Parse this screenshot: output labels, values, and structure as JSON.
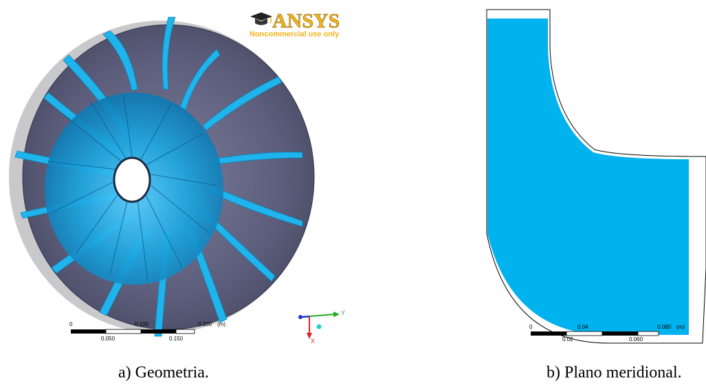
{
  "panel_a": {
    "caption": "a) Geometria.",
    "logo": {
      "word": "ANSYS",
      "subtitle": "Noncommercial use only",
      "color": "#f2b31a"
    },
    "scale_bar": {
      "top_labels": [
        "0",
        "0.100",
        "0.200"
      ],
      "bottom_labels": [
        "0.050",
        "0.150"
      ],
      "unit": "(m)"
    },
    "triad": {
      "y_label": "Y",
      "x_label": "X",
      "y_color": "#22aa22",
      "x_color": "#dd2222",
      "z_color": "#2233cc"
    },
    "colors": {
      "hub": "#5a5c7a",
      "blade": "#1fb4ec"
    }
  },
  "panel_b": {
    "caption": "b) Plano meridional.",
    "scale_bar": {
      "top_labels": [
        "0",
        "0.04",
        "0.080"
      ],
      "bottom_labels": [
        "0.02",
        "0.060"
      ],
      "unit": "(m)"
    },
    "colors": {
      "fluid": "#00b2ee"
    }
  }
}
